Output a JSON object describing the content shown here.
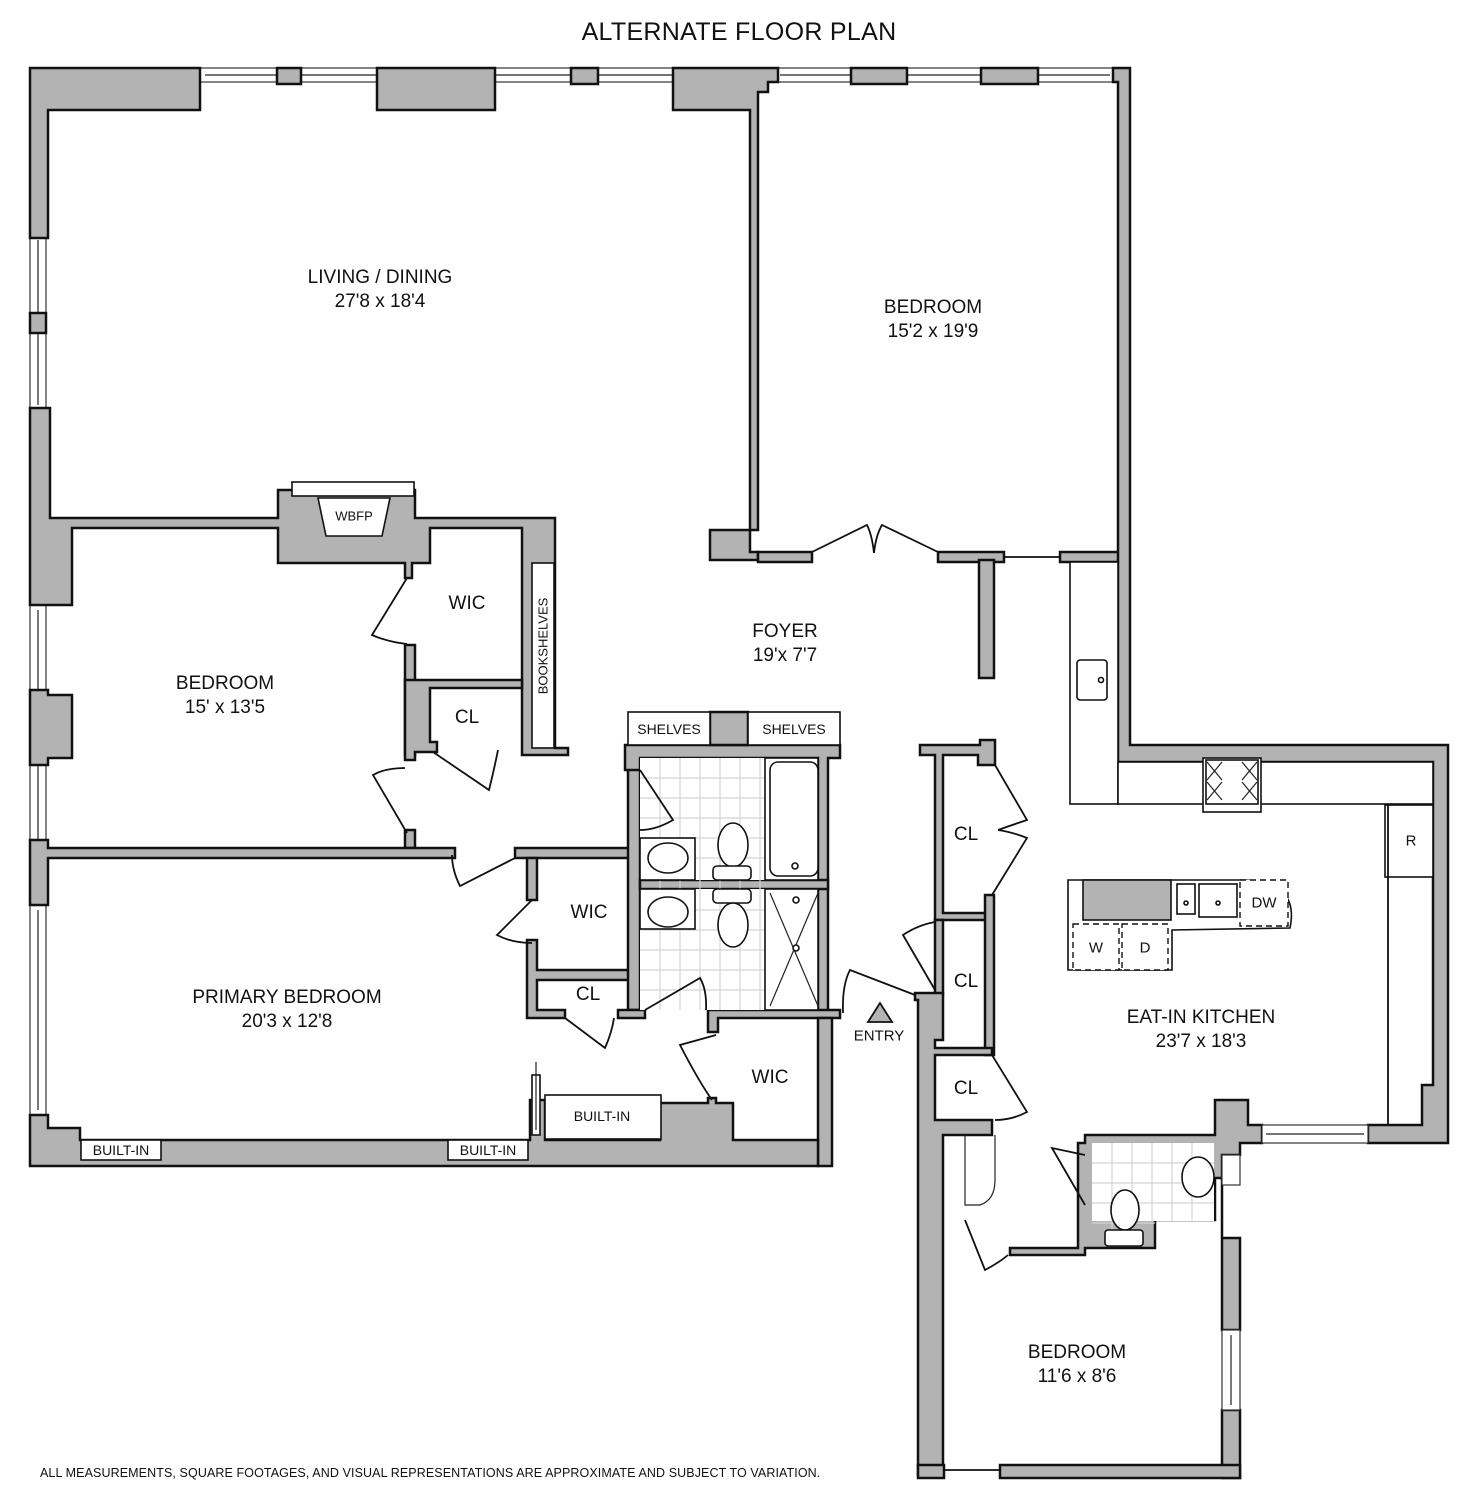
{
  "title": "ALTERNATE FLOOR PLAN",
  "disclaimer": "ALL MEASUREMENTS, SQUARE FOOTAGES, AND VISUAL REPRESENTATIONS ARE APPROXIMATE AND SUBJECT TO VARIATION.",
  "rooms": {
    "living_dining": {
      "name": "LIVING / DINING",
      "dims": "27'8 x 18'4"
    },
    "bedroom_ne": {
      "name": "BEDROOM",
      "dims": "15'2 x 19'9"
    },
    "foyer": {
      "name": "FOYER",
      "dims": "19'x 7'7"
    },
    "bedroom_w": {
      "name": "BEDROOM",
      "dims": "15' x 13'5"
    },
    "primary_bedroom": {
      "name": "PRIMARY BEDROOM",
      "dims": "20'3 x 12'8"
    },
    "kitchen": {
      "name": "EAT-IN KITCHEN",
      "dims": "23'7 x 18'3"
    },
    "bedroom_s": {
      "name": "BEDROOM",
      "dims": "11'6 x 8'6"
    }
  },
  "fixtures": {
    "wbfp": "WBFP",
    "bookshelves": "BOOKSHELVES",
    "shelves_left": "SHELVES",
    "shelves_right": "SHELVES",
    "wic_1": "WIC",
    "cl_1": "CL",
    "wic_2": "WIC",
    "cl_2": "CL",
    "wic_3": "WIC",
    "cl_foyer_1": "CL",
    "cl_foyer_2": "CL",
    "cl_foyer_3": "CL",
    "built_in_1": "BUILT-IN",
    "built_in_2": "BUILT-IN",
    "built_in_3": "BUILT-IN",
    "refrigerator": "R",
    "dishwasher": "DW",
    "washer": "W",
    "dryer": "D",
    "entry": "ENTRY"
  },
  "colors": {
    "wall_fill": "#b3b3b3",
    "line": "#111111",
    "tile": "#d4d4d4"
  }
}
